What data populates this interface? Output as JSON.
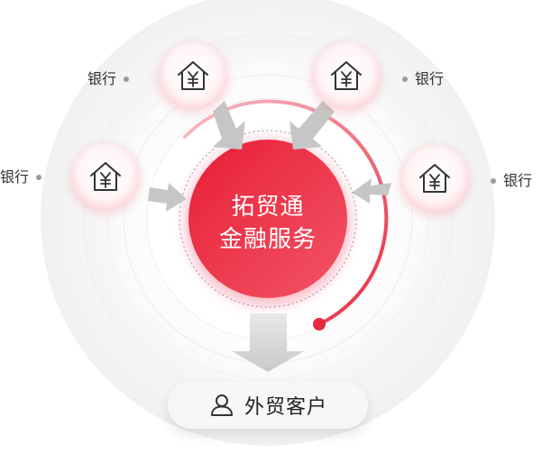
{
  "center": {
    "line1": "拓贸通",
    "line2": "金融服务"
  },
  "banks": [
    {
      "label": "银行"
    },
    {
      "label": "银行"
    },
    {
      "label": "银行"
    },
    {
      "label": "银行"
    }
  ],
  "client": {
    "label": "外贸客户",
    "icon": "user-icon"
  },
  "bank_icon": "yen-house-icon",
  "colors": {
    "accent": "#e8243c",
    "accent_light": "#f34a60",
    "text": "#333333",
    "arrow": "#c4c4c4"
  }
}
